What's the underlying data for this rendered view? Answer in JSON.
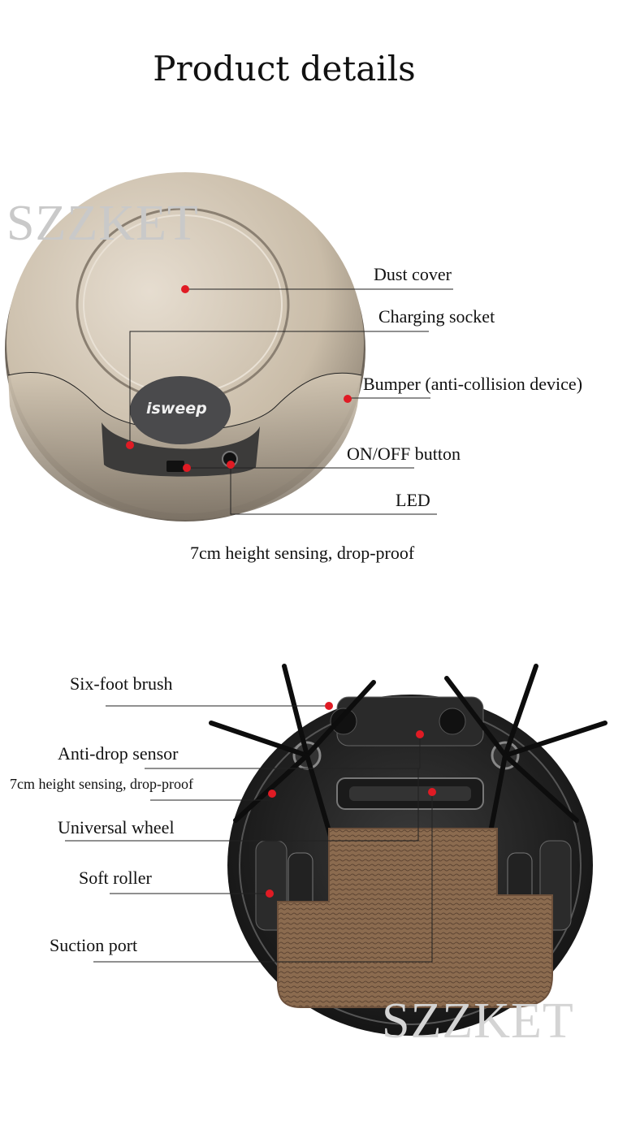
{
  "page": {
    "title": "Product details"
  },
  "watermark": {
    "top": "SZZKET",
    "bottom": "SZZKET"
  },
  "top_device": {
    "logo": "isweep",
    "labels": {
      "dust_cover": "Dust cover",
      "charging_socket": "Charging socket",
      "bumper": "Bumper (anti-collision device)",
      "on_off": "ON/OFF button",
      "led": "LED"
    },
    "caption": "7cm height sensing, drop-proof"
  },
  "bottom_device": {
    "labels": {
      "six_foot_brush": "Six-foot brush",
      "anti_drop_sensor": "Anti-drop sensor",
      "height_sensing": "7cm height sensing, drop-proof",
      "universal_wheel": "Universal wheel",
      "soft_roller": "Soft roller",
      "suction_port": "Suction port"
    }
  },
  "colors": {
    "marker": "#e01b24",
    "body": "#c8bba8",
    "mop": "#8a6a4e"
  }
}
